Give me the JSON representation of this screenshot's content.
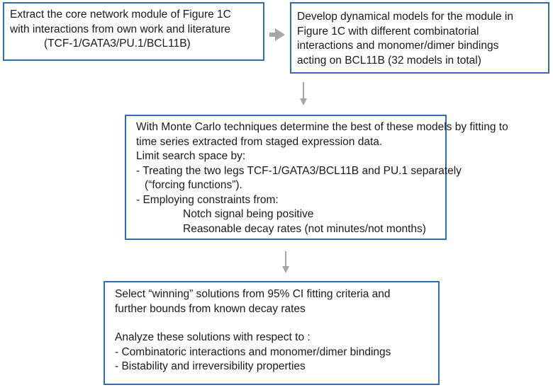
{
  "box1": {
    "lines": [
      "Extract the core network module of Figure 1C",
      "with interactions from own work and literature",
      "(TCF-1/GATA3/PU.1/BCL11B)"
    ]
  },
  "box2": {
    "lines": [
      "Develop dynamical models for the module in",
      "Figure 1C with different combinatorial",
      "interactions and monomer/dimer bindings",
      "acting on BCL11B (32 models in total)"
    ]
  },
  "box3": {
    "lines": [
      "With Monte Carlo techniques determine the best of these models by fitting to",
      "time series extracted from staged expression data.",
      "Limit search space by:",
      "- Treating the two legs TCF-1/GATA3/BCL11B and PU.1 separately",
      "(“forcing functions”).",
      "- Employing constraints from:",
      "Notch signal being positive",
      "Reasonable decay rates (not minutes/not months)"
    ]
  },
  "box4": {
    "lines": [
      "Select “winning” solutions from 95% CI fitting criteria and",
      "further bounds from known decay rates",
      "Analyze these solutions with respect to :",
      "- Combinatoric interactions and monomer/dimer bindings",
      "- Bistability and irreversibility properties"
    ]
  },
  "colors": {
    "border": "#2d6fb5",
    "arrow": "#a6a6a6"
  }
}
